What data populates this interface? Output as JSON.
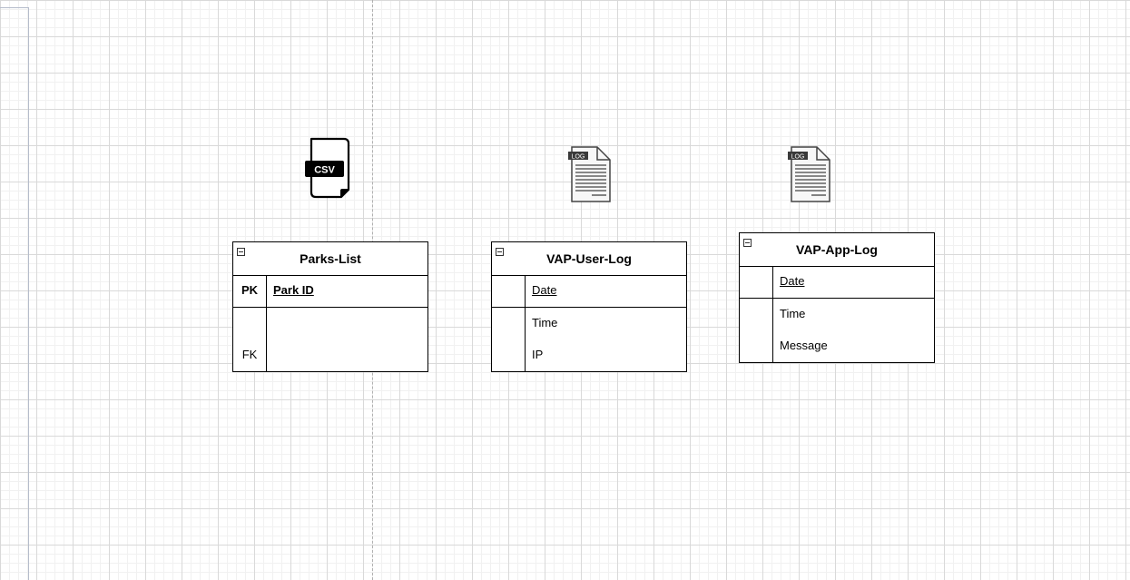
{
  "diagram": {
    "file_icons": [
      {
        "icon": "csv-file-icon",
        "label": "CSV"
      },
      {
        "icon": "log-file-icon",
        "label": "LOG"
      },
      {
        "icon": "log-file-icon",
        "label": "LOG"
      }
    ],
    "tables": {
      "parks_list": {
        "title": "Parks-List",
        "pk_label": "PK",
        "pk_field": "Park ID",
        "fk_label": "FK"
      },
      "vap_user_log": {
        "title": "VAP-User-Log",
        "fields": [
          "Date",
          "Time",
          "IP"
        ]
      },
      "vap_app_log": {
        "title": "VAP-App-Log",
        "fields": [
          "Date",
          "Time",
          "Message"
        ]
      }
    }
  }
}
